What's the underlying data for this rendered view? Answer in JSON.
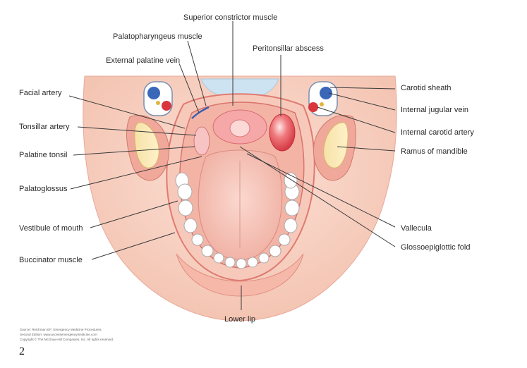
{
  "diagram": {
    "labels": {
      "superior_constrictor": "Superior constrictor muscle",
      "palatopharyngeus": "Palatopharyngeus muscle",
      "external_palatine_vein": "External palatine vein",
      "peritonsillar_abscess": "Peritonsillar abscess",
      "facial_artery": "Facial artery",
      "tonsillar_artery": "Tonsillar artery",
      "palatine_tonsil": "Palatine tonsil",
      "palatoglossus": "Palatoglossus",
      "vestibule": "Vestibule of mouth",
      "buccinator": "Buccinator muscle",
      "carotid_sheath": "Carotid sheath",
      "internal_jugular": "Internal jugular vein",
      "internal_carotid": "Internal carotid artery",
      "ramus": "Ramus of mandible",
      "vallecula": "Vallecula",
      "glossoepiglottic": "Glossoepiglottic fold",
      "lower_lip": "Lower lip"
    },
    "credit_lines": [
      "Source: Reichman EF: Emergency Medicine Procedures,",
      "Second Edition: www.accessemergencymedicine.com",
      "Copyright © The McGraw-Hill Companies, Inc. All rights reserved."
    ]
  },
  "page_number": "2"
}
